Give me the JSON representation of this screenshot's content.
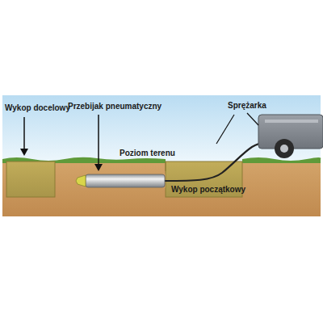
{
  "diagram": {
    "labels": [
      "Wykop docelowy",
      "Przebijak pneumatyczny",
      "Poziom terenu",
      "Sprężarka",
      "Wykop początkowy"
    ]
  }
}
